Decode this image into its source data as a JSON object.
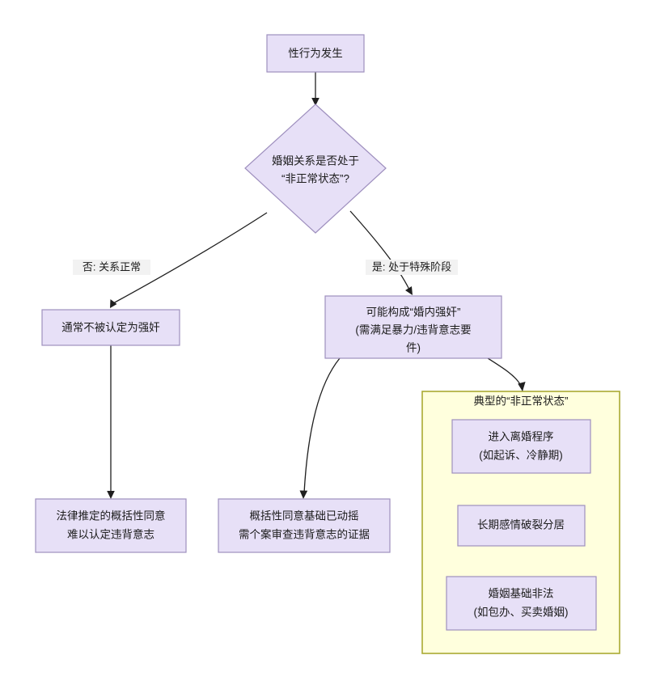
{
  "diagram": {
    "type": "flowchart",
    "direction": "top-down",
    "title_visible": false,
    "colors": {
      "node_fill": "#e7e0f7",
      "node_stroke": "#9e8fbe",
      "cluster_fill": "#ffffdd",
      "cluster_stroke": "#aaaa33",
      "edge_stroke": "#1f1f1f",
      "label_bg": "#f2f2f2",
      "text": "#1c1c1c",
      "background": "#ffffff"
    },
    "nodes": {
      "start": {
        "id": "start",
        "shape": "rect",
        "lines": [
          "性行为发生"
        ],
        "line1": "性行为发生"
      },
      "decision": {
        "id": "decision",
        "shape": "diamond",
        "lines": [
          "婚姻关系是否处于",
          "“非正常状态”？"
        ],
        "line1": "婚姻关系是否处于",
        "line2": "“非正常状态”?"
      },
      "normal_branch": {
        "id": "normal_branch",
        "shape": "rect",
        "lines": [
          "通常不被认定为强奸"
        ],
        "line1": "通常不被认定为强奸"
      },
      "marital_rape": {
        "id": "marital_rape",
        "shape": "rect",
        "lines": [
          "可能构成“婚内强奸”",
          "(需满足暴力/违背意志要",
          "件)"
        ],
        "line1": "可能构成“婚内强奸”",
        "line2": "(需满足暴力/违背意志要",
        "line3": "件)"
      },
      "presumed_consent": {
        "id": "presumed_consent",
        "shape": "rect",
        "lines": [
          "法律推定的概括性同意",
          "难以认定违背意志"
        ],
        "line1": "法律推定的概括性同意",
        "line2": "难以认定违背意志"
      },
      "consent_shaken": {
        "id": "consent_shaken",
        "shape": "rect",
        "lines": [
          "概括性同意基础已动摇",
          "需个案审查违背意志的证据"
        ],
        "line1": "概括性同意基础已动摇",
        "line2": "需个案审查违背意志的证据"
      },
      "divorce_proc": {
        "id": "divorce_proc",
        "shape": "rect",
        "lines": [
          "进入离婚程序",
          "(如起诉、冷静期)"
        ],
        "line1": "进入离婚程序",
        "line2": "(如起诉、冷静期)"
      },
      "separation": {
        "id": "separation",
        "shape": "rect",
        "lines": [
          "长期感情破裂分居"
        ],
        "line1": "长期感情破裂分居"
      },
      "illegal_marriage": {
        "id": "illegal_marriage",
        "shape": "rect",
        "lines": [
          "婚姻基础非法",
          "(如包办、买卖婚姻)"
        ],
        "line1": "婚姻基础非法",
        "line2": "(如包办、买卖婚姻)"
      }
    },
    "cluster": {
      "id": "abnormal_states",
      "title": "典型的“非正常状态”"
    },
    "edge_labels": {
      "no_branch": "否: 关系正常",
      "yes_branch": "是: 处于特殊阶段"
    },
    "edges": [
      {
        "from": "start",
        "to": "decision",
        "label": ""
      },
      {
        "from": "decision",
        "to": "normal_branch",
        "label": "否: 关系正常"
      },
      {
        "from": "decision",
        "to": "marital_rape",
        "label": "是: 处于特殊阶段"
      },
      {
        "from": "normal_branch",
        "to": "presumed_consent",
        "label": ""
      },
      {
        "from": "marital_rape",
        "to": "consent_shaken",
        "label": ""
      },
      {
        "from": "marital_rape",
        "to": "abnormal_states",
        "label": ""
      }
    ]
  }
}
